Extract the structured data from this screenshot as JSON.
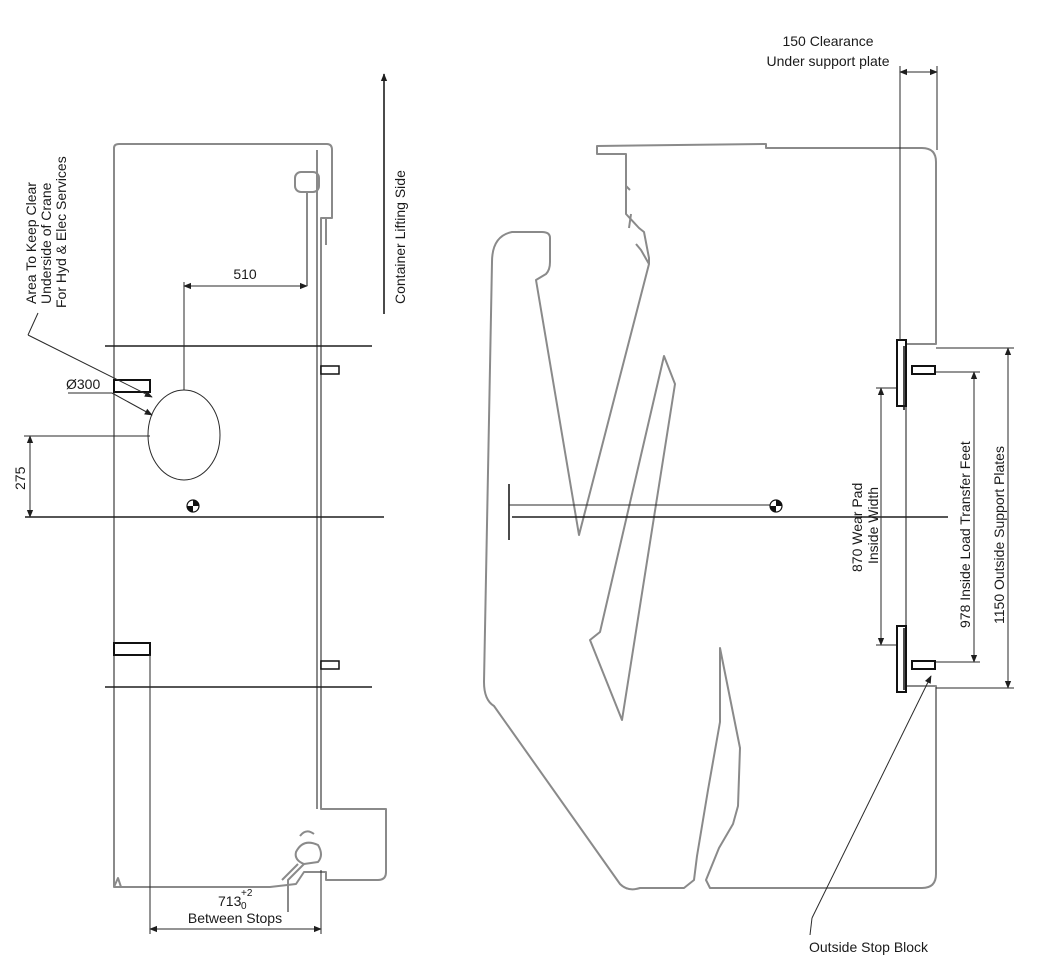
{
  "labels": {
    "keep_clear": [
      "Area To Keep Clear",
      "Underside of Crane",
      "For Hyd & Elec Services"
    ],
    "lifting_side": "Container Lifting Side",
    "dim_510": "510",
    "dim_diameter": "Ø300",
    "dim_275": "275",
    "dim_713": "713",
    "tol_upper": "+2",
    "tol_lower": "0",
    "between_stops": "Between Stops",
    "clearance": [
      "150 Clearance",
      "Under support plate"
    ],
    "wear_pad": [
      "870 Wear Pad",
      "Inside Width"
    ],
    "inside_feet": "978 Inside Load Transfer Feet",
    "outside_plates": "1150 Outside Support Plates",
    "outside_stop": "Outside Stop Block"
  },
  "colors": {
    "outline": "#8a8a8a",
    "dimension": "#2a2a2a",
    "text": "#1a1a1a"
  }
}
